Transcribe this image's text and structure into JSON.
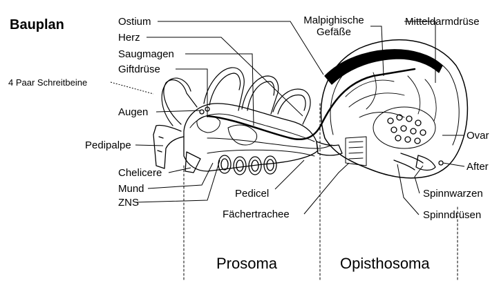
{
  "title": "Bauplan",
  "labels": {
    "ostium": "Ostium",
    "herz": "Herz",
    "saugmagen": "Saugmagen",
    "giftdruese": "Giftdrüse",
    "schreitbeine": "4 Paar Schreitbeine",
    "augen": "Augen",
    "pedipalpe": "Pedipalpe",
    "chelicere": "Chelicere",
    "mund": "Mund",
    "zns": "ZNS",
    "pedicel": "Pedicel",
    "faechertrachee": "Fächertrachee",
    "malpighische_1": "Malpighische",
    "malpighische_2": "Gefäße",
    "mitteldarmdruese": "Mitteldarmdrüse",
    "ovar": "Ovar",
    "after": "After",
    "spinnwarzen": "Spinnwarzen",
    "spinndruesen": "Spinndrüsen"
  },
  "regions": {
    "prosoma": "Prosoma",
    "opisthosoma": "Opisthosoma"
  }
}
